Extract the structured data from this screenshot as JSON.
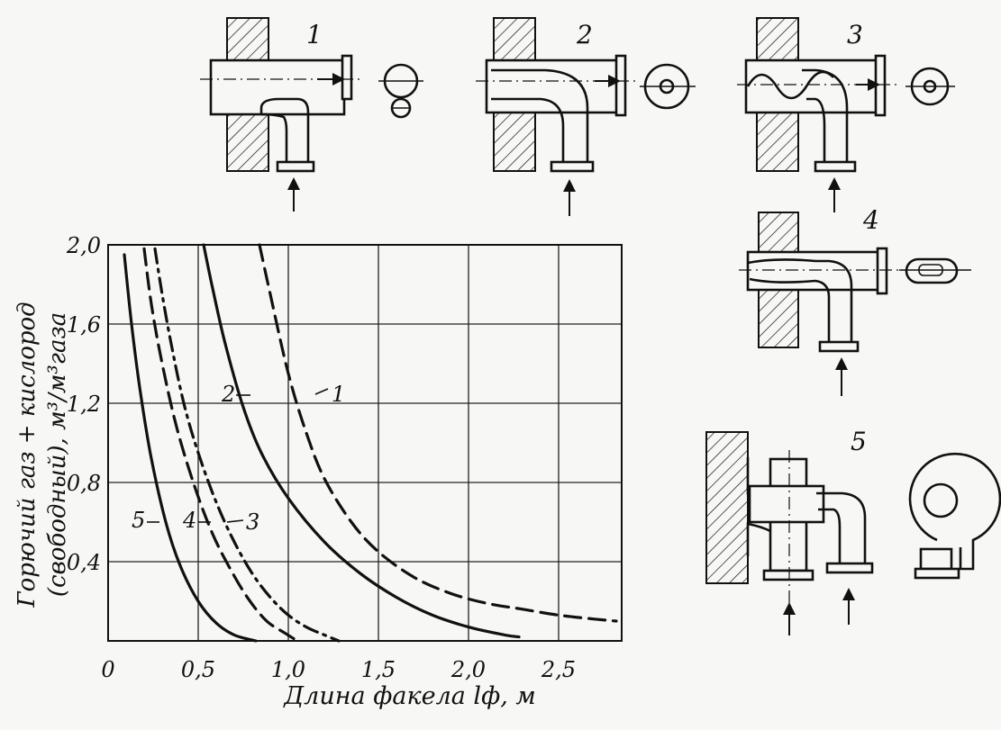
{
  "chart_data": {
    "type": "line",
    "xlabel": "Длина факела lф, м",
    "ylabel_line1": "Горючий газ + кислород",
    "ylabel_line2": "(свободный), м³/м³газа",
    "xlim": [
      0,
      2.85
    ],
    "ylim": [
      0,
      2.0
    ],
    "x_ticks": [
      {
        "value": 0,
        "label": "0"
      },
      {
        "value": 0.5,
        "label": "0,5"
      },
      {
        "value": 1.0,
        "label": "1,0"
      },
      {
        "value": 1.5,
        "label": "1,5"
      },
      {
        "value": 2.0,
        "label": "2,0"
      },
      {
        "value": 2.5,
        "label": "2,5"
      }
    ],
    "y_ticks": [
      {
        "value": 0.4,
        "label": "0,4"
      },
      {
        "value": 0.8,
        "label": "0,8"
      },
      {
        "value": 1.2,
        "label": "1,2"
      },
      {
        "value": 1.6,
        "label": "1,6"
      },
      {
        "value": 2.0,
        "label": "2,0"
      }
    ],
    "grid": true,
    "series": [
      {
        "name": "1",
        "style": "dashed",
        "x": [
          0.84,
          0.9,
          1.0,
          1.1,
          1.2,
          1.35,
          1.5,
          1.7,
          1.9,
          2.1,
          2.3,
          2.5,
          2.7,
          2.82
        ],
        "y": [
          2.0,
          1.75,
          1.35,
          1.05,
          0.82,
          0.6,
          0.45,
          0.32,
          0.24,
          0.19,
          0.16,
          0.13,
          0.11,
          0.1
        ]
      },
      {
        "name": "2",
        "style": "solid",
        "x": [
          0.53,
          0.58,
          0.65,
          0.75,
          0.85,
          1.0,
          1.2,
          1.4,
          1.6,
          1.8,
          2.0,
          2.2,
          2.28
        ],
        "y": [
          2.0,
          1.78,
          1.5,
          1.18,
          0.95,
          0.72,
          0.5,
          0.34,
          0.22,
          0.13,
          0.07,
          0.03,
          0.02
        ]
      },
      {
        "name": "3",
        "style": "dash-dot",
        "x": [
          0.26,
          0.3,
          0.35,
          0.42,
          0.5,
          0.6,
          0.7,
          0.8,
          0.9,
          1.0,
          1.1,
          1.2,
          1.28
        ],
        "y": [
          1.98,
          1.75,
          1.5,
          1.2,
          0.95,
          0.7,
          0.5,
          0.34,
          0.22,
          0.13,
          0.07,
          0.03,
          0.0
        ]
      },
      {
        "name": "4",
        "style": "dashed",
        "x": [
          0.2,
          0.24,
          0.3,
          0.38,
          0.48,
          0.58,
          0.68,
          0.78,
          0.88,
          0.98,
          1.05
        ],
        "y": [
          1.98,
          1.7,
          1.4,
          1.08,
          0.78,
          0.54,
          0.36,
          0.21,
          0.1,
          0.04,
          0.0
        ]
      },
      {
        "name": "5",
        "style": "solid",
        "x": [
          0.09,
          0.13,
          0.18,
          0.24,
          0.32,
          0.4,
          0.5,
          0.6,
          0.7,
          0.82
        ],
        "y": [
          1.95,
          1.6,
          1.25,
          0.92,
          0.6,
          0.38,
          0.2,
          0.09,
          0.03,
          0.0
        ]
      }
    ]
  },
  "figures": [
    {
      "id": "1",
      "label": "1"
    },
    {
      "id": "2",
      "label": "2"
    },
    {
      "id": "3",
      "label": "3"
    },
    {
      "id": "4",
      "label": "4"
    },
    {
      "id": "5",
      "label": "5"
    }
  ]
}
